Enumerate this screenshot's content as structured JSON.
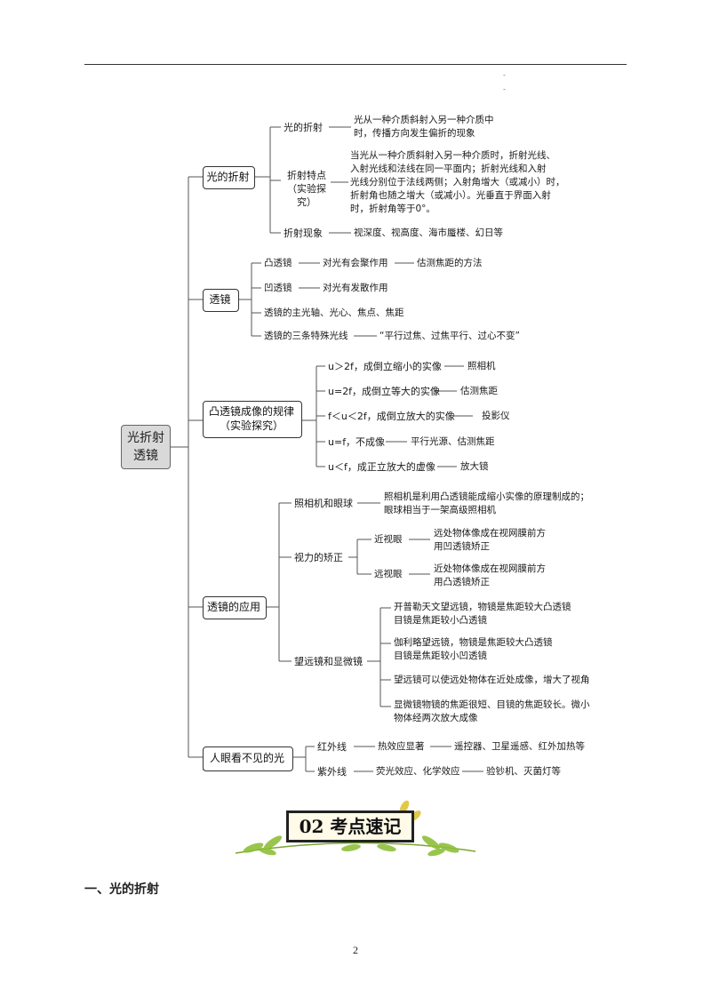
{
  "marks": [
    "-",
    "-"
  ],
  "root": "光折射\n透镜",
  "branches": {
    "refraction": {
      "label": "光的折射",
      "def_label": "光的折射",
      "def_text": "光从一种介质斜射入另一种介质中\n时，传播方向发生偏折的现象",
      "feat_label": "折射特点\n（实验探究）",
      "feat_text": "当光从一种介质斜射入另一种介质时，折射光线、\n入射光线和法线在同一平面内；折射光线和入射\n光线分别位于法线两侧；入射角增大（或减小）时，\n折射角也随之增大（或减小）。光垂直于界面入射\n时，折射角等于0°。",
      "phen_label": "折射现象",
      "phen_text": "视深度、视高度、海市蜃楼、幻日等"
    },
    "lens": {
      "label": "透镜",
      "convex": "凸透镜",
      "convex_1": "对光有会聚作用",
      "convex_2": "估测焦距的方法",
      "concave": "凹透镜",
      "concave_1": "对光有发散作用",
      "axis": "透镜的主光轴、光心、焦点、焦距",
      "rays": "透镜的三条特殊光线",
      "rays_text": "“平行过焦、过焦平行、过心不变”"
    },
    "imaging": {
      "label": "凸透镜成像的规律\n（实验探究）",
      "rows": [
        {
          "cond": "u＞2f，成倒立缩小的实像",
          "use": "照相机"
        },
        {
          "cond": "u=2f，成倒立等大的实像",
          "use": "估测焦距"
        },
        {
          "cond": "f＜u＜2f，成倒立放大的实像",
          "use": "投影仪"
        },
        {
          "cond": "u=f，不成像",
          "use": "平行光源、估测焦距"
        },
        {
          "cond": "u＜f，成正立放大的虚像",
          "use": "放大镜"
        }
      ]
    },
    "application": {
      "label": "透镜的应用",
      "camera": "照相机和眼球",
      "camera_text": "照相机是利用凸透镜能成缩小实像的原理制成的；\n眼球相当于一架高级照相机",
      "vision": "视力的矫正",
      "myopia": "近视眼",
      "myopia_text": "远处物体像成在视网膜前方\n用凹透镜矫正",
      "hyperopia": "远视眼",
      "hyperopia_text": "近处物体像成在视网膜前方\n用凸透镜矫正",
      "scopes": "望远镜和显微镜",
      "scope_items": [
        "开普勒天文望远镜，物镜是焦距较大凸透镜\n目镜是焦距较小凸透镜",
        "伽利略望远镜，物镜是焦距较大凸透镜\n目镜是焦距较小凹透镜",
        "望远镜可以使远处物体在近处成像，增大了视角",
        "显微镜物镜的焦距很短、目镜的焦距较长。微小\n物体经两次放大成像"
      ]
    },
    "invisible": {
      "label": "人眼看不见的光",
      "ir": "红外线",
      "ir_1": "热效应显著",
      "ir_2": "遥控器、卫星遥感、红外加热等",
      "uv": "紫外线",
      "uv_1": "荧光效应、化学效应",
      "uv_2": "验钞机、灭菌灯等"
    }
  },
  "banner": "02 考点速记",
  "section_title": "一、光的折射",
  "page_number": "2",
  "colors": {
    "accent_line": "#5b5fa8",
    "leaf_green": "#8fbf3a",
    "leaf_yellow": "#e0c94a"
  }
}
